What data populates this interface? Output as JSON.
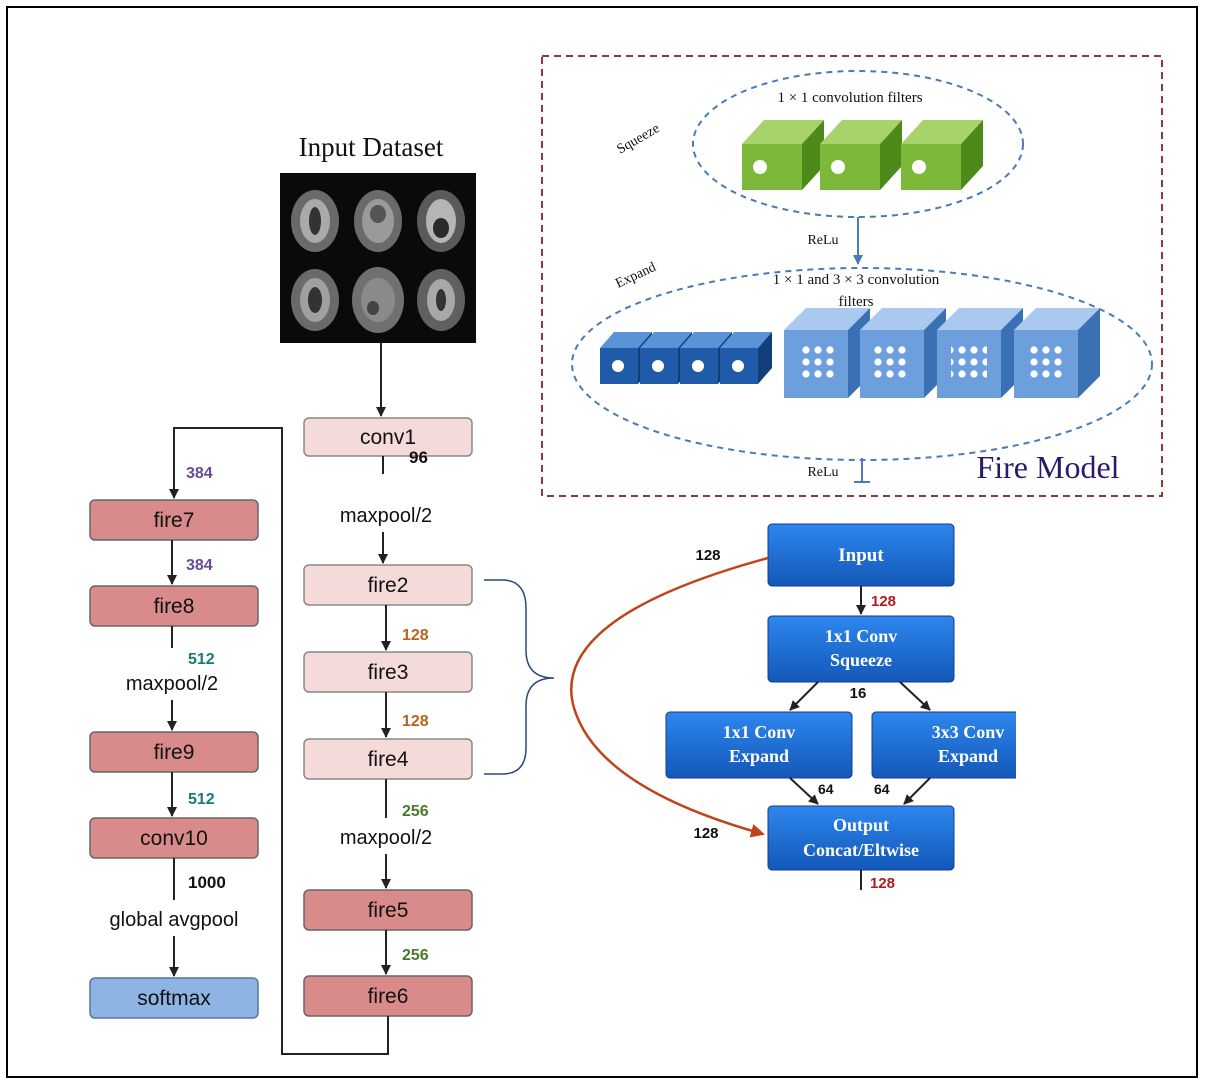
{
  "input_title": "Input Dataset",
  "fire_model": {
    "squeeze_label": "Squeeze",
    "squeeze_filters_text": "1 × 1 convolution filters",
    "relu_1": "ReLu",
    "expand_label": "Expand",
    "expand_filters_text_1": "1 × 1 and 3 × 3 convolution",
    "expand_filters_text_2": "filters",
    "relu_2": "ReLu",
    "title": "Fire Model"
  },
  "main_column": {
    "conv1": "conv1",
    "n96": "96",
    "maxpool_a": "maxpool/2",
    "fire2": "fire2",
    "n128a": "128",
    "fire3": "fire3",
    "n128b": "128",
    "fire4": "fire4",
    "n256a": "256",
    "maxpool_b": "maxpool/2",
    "fire5": "fire5",
    "n256b": "256",
    "fire6": "fire6"
  },
  "left_column": {
    "n384a": "384",
    "fire7": "fire7",
    "n384b": "384",
    "fire8": "fire8",
    "n512a": "512",
    "maxpool_c": "maxpool/2",
    "fire9": "fire9",
    "n512b": "512",
    "conv10": "conv10",
    "n1000": "1000",
    "avgpool": "global avgpool",
    "softmax": "softmax"
  },
  "fire_detail": {
    "input": "Input",
    "in_128": "128",
    "skip_128_top": "128",
    "squeeze_line1": "1x1 Conv",
    "squeeze_line2": "Squeeze",
    "n16": "16",
    "expand1_line1": "1x1 Conv",
    "expand1_line2": "Expand",
    "expand3_line1": "3x3 Conv",
    "expand3_line2": "Expand",
    "n64a": "64",
    "n64b": "64",
    "skip_128_bottom": "128",
    "output_line1": "Output",
    "output_line2": "Concat/Eltwise",
    "out_128": "128"
  },
  "colors": {
    "light_pink": "#f5dada",
    "dark_pink": "#d98a8a",
    "softmax_blue": "#8eb4e3",
    "detail_blue": "#1a6fd6",
    "purple_num": "#6a4a9a",
    "teal_num": "#1a7a7a",
    "orange_num": "#b5651d",
    "green_num": "#4a7a2a",
    "red_num": "#b01c1c",
    "skip_arrow": "#c0441a"
  }
}
